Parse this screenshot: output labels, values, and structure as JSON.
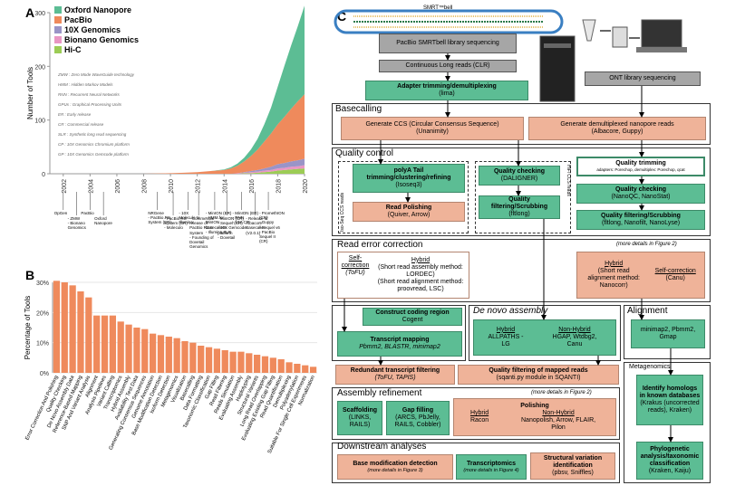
{
  "panels": {
    "a": "A",
    "b": "B",
    "c": "C"
  },
  "colors": {
    "oxford": "#5cbd94",
    "pacbio": "#ef8a5c",
    "tenx": "#9a94c7",
    "bionano": "#e996c3",
    "hic": "#9ccc55",
    "bar": "#ef8a5c"
  },
  "legend": [
    "Oxford Nanopore",
    "PacBio",
    "10X Genomics",
    "Bionano Genomics",
    "Hi-C"
  ],
  "glossary": [
    "ZMW  :  Zero Mode WaveGuide technology",
    "HMM  :  Hidden Markov Models",
    "RNN  :  Recurrent Neural Networks",
    "GPUs :  Graphical Processing Units",
    "ER   :  Early release",
    "CR   :  Commercial release",
    "SLR  :  Synthetic long read sequencing",
    "CP   :  10X Genomics Chromium platform",
    "GP   :  10X Genomics Gemcode platform"
  ],
  "chart_data": [
    {
      "type": "area",
      "ylabel": "Number of Tools",
      "xlim": [
        2001,
        2020
      ],
      "ylim": [
        0,
        300
      ],
      "yticks": [
        "0",
        "100",
        "200",
        "300"
      ],
      "xticks": [
        "2002",
        "2004",
        "2006",
        "2008",
        "2010",
        "2012",
        "2014",
        "2016",
        "2018",
        "2020"
      ],
      "x": [
        2001,
        2008,
        2010,
        2011,
        2012,
        2013,
        2014,
        2014.5,
        2015,
        2015.5,
        2016,
        2016.5,
        2017,
        2017.5,
        2018,
        2018.5,
        2019,
        2019.5,
        2020
      ],
      "series": [
        {
          "name": "Hi-C",
          "values": [
            0,
            0,
            0,
            0,
            0,
            0,
            0,
            0,
            0,
            1,
            1,
            2,
            3,
            4,
            6,
            7,
            8,
            9,
            10
          ]
        },
        {
          "name": "Bionano Genomics",
          "values": [
            0,
            0,
            0,
            0,
            0,
            0,
            0,
            0,
            1,
            1,
            2,
            2,
            3,
            3,
            4,
            4,
            5,
            5,
            6
          ]
        },
        {
          "name": "10X Genomics",
          "values": [
            0,
            0,
            0,
            0,
            0,
            0,
            0,
            0,
            0,
            1,
            2,
            3,
            4,
            6,
            8,
            9,
            10,
            11,
            12
          ]
        },
        {
          "name": "PacBio",
          "values": [
            0,
            0,
            1,
            2,
            3,
            5,
            7,
            10,
            14,
            20,
            28,
            38,
            50,
            62,
            74,
            86,
            98,
            110,
            120
          ]
        },
        {
          "name": "Oxford Nanopore",
          "values": [
            0,
            0,
            0,
            0,
            0,
            0,
            1,
            2,
            4,
            7,
            12,
            20,
            32,
            48,
            70,
            95,
            118,
            140,
            165
          ]
        }
      ],
      "events": [
        {
          "year": 2002,
          "text": "OpGen"
        },
        {
          "year": 2003,
          "text": "- ZMW\n- Bionano\nGenomics"
        },
        {
          "year": 2004,
          "text": "PacBio"
        },
        {
          "year": 2005,
          "text": "Oxford\nNanopore"
        },
        {
          "year": 2009,
          "text": "NRGene\n- PacBio RS\nSystem (ER)"
        },
        {
          "year": 2010.2,
          "text": "- PacBio RS\nSystem (CR)\n- Moleculo"
        },
        {
          "year": 2011.3,
          "text": "- 10X\nMoleculo to\nIllumina"
        },
        {
          "year": 2012.1,
          "text": "- Commercial\nrelease of\nPacBio RS II\nSystem\n- Founding of\nDovetail\nGenomics"
        },
        {
          "year": 2013.3,
          "text": "- MinION (ER)\n- HMM for\nMinION\nbasecallers\n- Illumina SLR"
        },
        {
          "year": 2014.2,
          "text": "- MinION (CR)\n- Sequel (CR)\n- 10X Gemcode\nplatform\n- Dovetail"
        },
        {
          "year": 2015.3,
          "text": "- MinION (ER)\n- RNN\n- 10X CP"
        },
        {
          "year": 2016.3,
          "text": "- Release of\nAlbacore\nBasecaller\n(V2.0.1)"
        },
        {
          "year": 2017.3,
          "text": "- PromethION\n(CR)\n- Guppy\n- Sequel v6\n- PacBio\nSequel II\n(CR)"
        }
      ]
    },
    {
      "type": "bar",
      "ylabel": "Percentage of Tools",
      "ylim": [
        0,
        30
      ],
      "yticks": [
        "0%",
        "10%",
        "20%",
        "30%"
      ],
      "categories": [
        "Error Correction And Polishing",
        "Quality Checking",
        "De Novo Assembly Data",
        "Reference-Based Mapping",
        "SNP And Variant Analysis",
        "Alignment",
        "Analysis Pipelines",
        "Variant Calling",
        "Transcriptomics",
        "Hybrid Assembly",
        "Availability Test Data",
        "Generating Consensus Sequences",
        "Genome Annotation",
        "Base Modification Detection",
        "Isoform Detection",
        "Metagenomics",
        "Visualization",
        "Basecalling",
        "Data Formatting",
        "Taxonomic Classification",
        "Gap Filling",
        "Read Filtering",
        "Reads Simulation",
        "Evaluating Assembly",
        "Haplotyping",
        "Structural Variants",
        "Long Read Overlapping",
        "Evaluating Existing Gap Filling",
        "Read Quantification",
        "Demultiplexing",
        "Polyadenylation",
        "Suitable For Single Cell Experiments",
        "Normalization"
      ],
      "values": [
        30.5,
        30,
        29,
        27,
        25,
        19,
        19,
        19,
        17,
        16,
        15,
        14.5,
        13,
        12.5,
        12,
        11.5,
        10.5,
        10,
        9,
        8.5,
        8,
        7.5,
        7,
        7,
        6.5,
        6,
        5.5,
        5,
        4.5,
        3.5,
        3,
        2.5,
        2
      ]
    }
  ],
  "diagram": {
    "smrt_label": "SMRT™bell",
    "pacbio_prep": "PacBio SMRTbell library sequencing",
    "clr": "Continuous Long reads (CLR)",
    "adapter": "Adapter trimming/demultiplexing",
    "adapter_tool": "(lima)",
    "ont_prep": "ONT library sequencing",
    "basecalling": {
      "title": "Basecalling",
      "ccs": "Generate CCS (Circular Consensus Sequence)",
      "ccs_tool": "(Unanimity)",
      "demux": "Generate demultiplexed nanopore reads",
      "demux_tool": "(Albacore, Guppy)"
    },
    "qc": {
      "title": "Quality control",
      "iso_label": "Iso-Seq CCS reads",
      "hifi_label": "HiFi CCS reads",
      "polya": "polyA Tail trimming/clustering/refining",
      "polya_tool": "(Isoseq3)",
      "read_pol": "Read Polishing",
      "read_pol_tool": "(Quiver, Arrow)",
      "qcheck": "Quality checking",
      "qcheck_tool": "(DALIGNER)",
      "qfilter": "Quality filtering/Scrubbing",
      "qfilter_tool": "(fltlong)",
      "trim": "Quality trimming",
      "trim_tool": "adapters: Porechop, demultiplex: Porechop, qcat",
      "ont_qcheck": "Quality checking",
      "ont_qcheck_tool": "(NanoQC, NanoStat)",
      "ont_qfilter": "Quality filtering/Scrubbing",
      "ont_qfilter_tool": "(fltlong, Nanofilt, NanoLyse)"
    },
    "rec": {
      "title": "Read error correction",
      "note": "(more details in Figure 2)",
      "self": "Self-correction",
      "self_tool": "(ToFU)",
      "hybrid": "Hybrid",
      "hybrid_desc1": "(Short read assembly method: LORDEC)",
      "hybrid_desc2": "(Short read alignment method: proovread, LSC)",
      "ont_hybrid": "Hybrid",
      "ont_hybrid_desc": "(Short read alignment method: Nanocorr)",
      "ont_self": "Self-correction",
      "ont_self_tool": "(Canu)"
    },
    "ccr": "Construct coding region",
    "ccr_tool": "Cogent",
    "tmap": "Transcript mapping",
    "tmap_tool": "Pbmm2, BLASTR, minimap2",
    "denovo": {
      "title": "De novo assembly",
      "hybrid": "Hybrid",
      "hybrid_tools": "ALLPATHS -LG",
      "nonhybrid": "Non-Hybrid",
      "nonhybrid_tools": "HGAP, Wtdbg2, Canu"
    },
    "alignment": {
      "title": "Alignment",
      "tools": "minimap2, Pbmm2, Gmap"
    },
    "metagenomics": {
      "title": "Metagenomics",
      "identify": "Identify homologs in known databases",
      "identify_tool": "(Krakus (uncorrected reads), Kraken)",
      "phylo": "Phylogenetic analysis/taxonomic classification",
      "phylo_tool": "(Kraken, Kaiju)"
    },
    "redundant": "Redundant transcript filtering",
    "redundant_tool": "(ToFU, TAPIS)",
    "qf_mapped": "Quality filtering of mapped reads",
    "qf_mapped_tool": "(sqanti.py module in SQANTI)",
    "refine": {
      "title": "Assembly refinement",
      "note": "(more details in Figure 2)",
      "scaffold": "Scaffolding",
      "scaffold_tools": "(LINKS, RAILS)",
      "gap": "Gap filling",
      "gap_tools": "(ARCS, PbJelly, RAILS, Cobbler)",
      "polishing": "Polishing",
      "pol_hybrid": "Hybrid",
      "pol_hybrid_tools": "Racon",
      "pol_nonhybrid": "Non-Hybrid",
      "pol_nonhybrid_tools": "Nanopolish, Arrow, FLAIR, Pilon"
    },
    "downstream": {
      "title": "Downstream analyses",
      "basemod": "Base modification detection",
      "basemod_note": "(more details in Figure 3)",
      "transcriptomics": "Transcriptomics",
      "transcriptomics_note": "(more details in Figure 4)",
      "sv": "Structural variation identification",
      "sv_tools": "(pbsv, Sniffles)"
    }
  }
}
